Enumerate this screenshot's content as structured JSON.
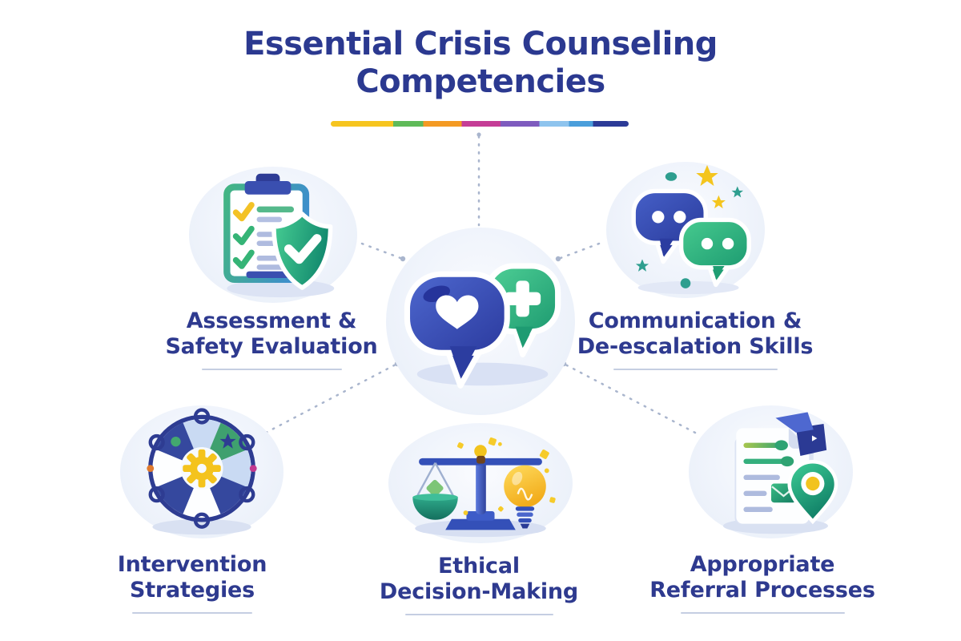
{
  "header": {
    "title": "Essential Crisis Counseling Competencies",
    "accent_bar_colors": [
      "#F6C51F",
      "#5FBA59",
      "#F49A23",
      "#C53D96",
      "#7E5BBE",
      "#8EC4EE",
      "#4A9EDB",
      "#2C3B97"
    ]
  },
  "center_node": {
    "icon": "heart-plus-chat-bubbles-icon"
  },
  "competencies": [
    {
      "id": "assessment",
      "line1": "Assessment &",
      "line2": "Safety Evaluation",
      "label": "Assessment & Safety Evaluation",
      "icon": "clipboard-checklist-shield-icon"
    },
    {
      "id": "communication",
      "line1": "Communication &",
      "line2": "De-escalation Skills",
      "label": "Communication & De-escalation Skills",
      "icon": "conversation-bubbles-icon"
    },
    {
      "id": "intervention",
      "line1": "Intervention",
      "line2": "Strategies",
      "label": "Intervention Strategies",
      "icon": "lifebuoy-gear-icon"
    },
    {
      "id": "ethical",
      "line1": "Ethical",
      "line2": "Decision-Making",
      "label": "Ethical Decision-Making",
      "icon": "balance-scale-lightbulb-icon"
    },
    {
      "id": "referral",
      "line1": "Appropriate",
      "line2": "Referral Processes",
      "label": "Appropriate Referral Processes",
      "icon": "document-location-pin-icon"
    }
  ],
  "colors": {
    "background": "#FFFFFF",
    "title_text": "#2B3990",
    "label_text": "#2E3A8F",
    "node_circle": "#E9EEF9",
    "connector": "#A9B5CD",
    "label_underline": "#C5CEE2"
  }
}
